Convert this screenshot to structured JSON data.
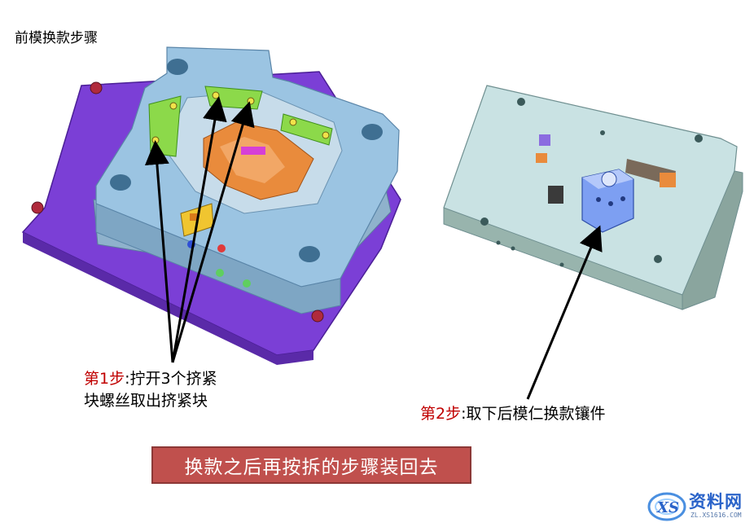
{
  "title": "前模换款步骤",
  "step1": {
    "prefix": "第1步",
    "line1": ":拧开3个挤紧",
    "line2": "块螺丝取出挤紧块"
  },
  "step2": {
    "prefix": "第2步",
    "text": ":取下后模仁换款镶件"
  },
  "banner": "换款之后再按拆的步骤装回去",
  "logo": {
    "name": "资料网",
    "url": "ZL.XS1616.COM",
    "mark": "XS"
  },
  "colors": {
    "step_red": "#c00000",
    "banner_bg": "#c0504d",
    "mold_blue": "#9bc4e2",
    "plate_purple": "#7b3fd6",
    "insert_orange": "#e98b3c",
    "clamp_green": "#8cd94a"
  }
}
